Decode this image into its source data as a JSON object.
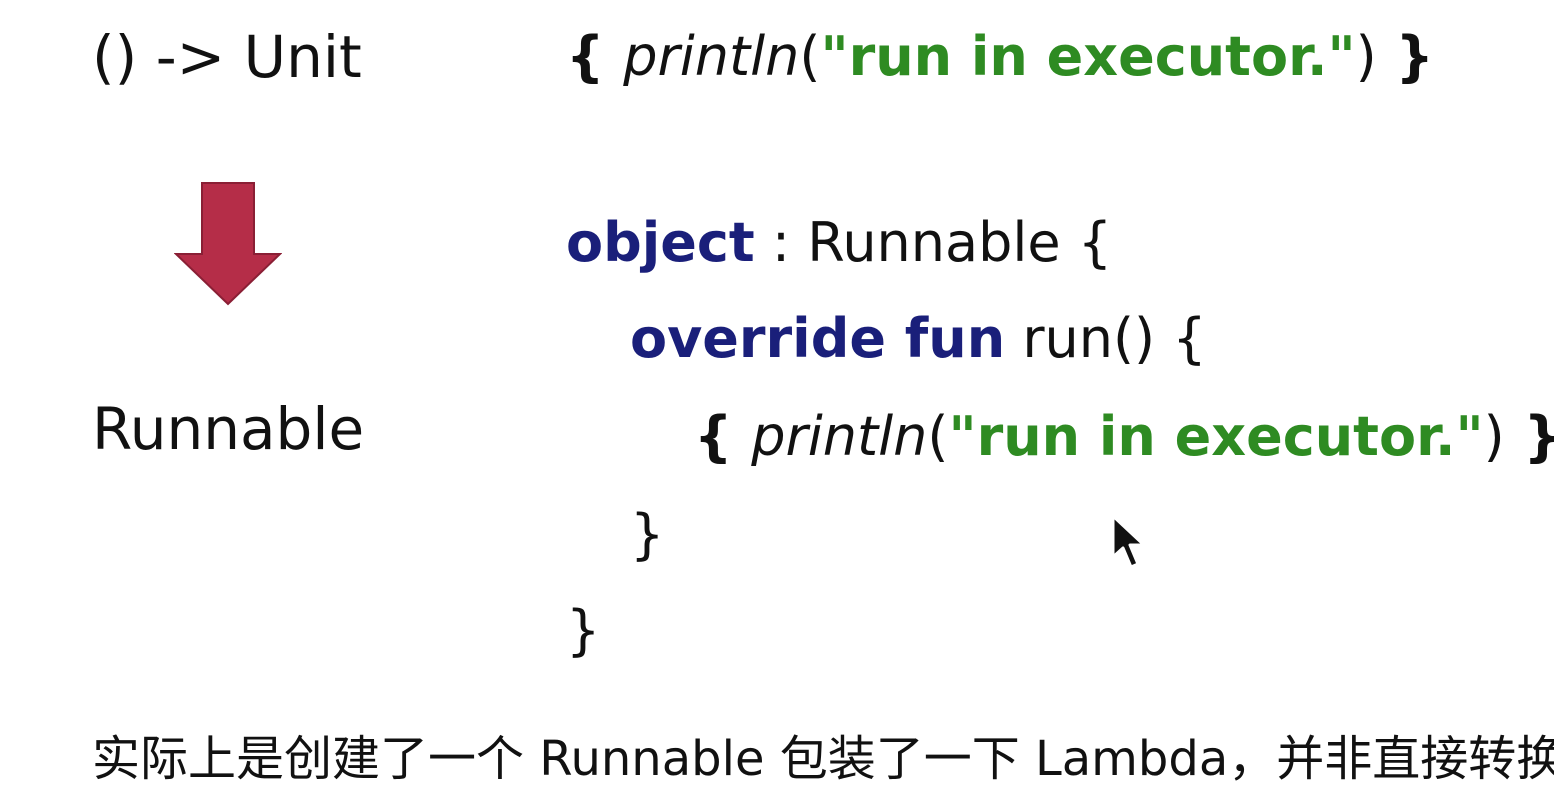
{
  "left": {
    "type_signature": "() -> Unit",
    "result_type": "Runnable",
    "arrow_color": "#b52d48",
    "arrow_icon": "down-arrow-icon"
  },
  "code": {
    "lambda_line": {
      "open_brace": "{ ",
      "fn": "println",
      "open_paren": "(",
      "string": "\"run in executor.\"",
      "close_paren": ")",
      "close_brace": " }"
    },
    "object_line": {
      "keyword": "object",
      "rest": " : Runnable {"
    },
    "override_line": {
      "keyword": "override fun",
      "rest": " run() {"
    },
    "inner_line": {
      "open_brace": "{ ",
      "fn": "println",
      "open_paren": "(",
      "string": "\"run in executor.\"",
      "close_paren": ")",
      "close_brace": " }()"
    },
    "close_inner": "}",
    "close_outer": "}"
  },
  "caption": "实际上是创建了一个 Runnable 包装了一下 Lambda，并非直接转换",
  "colors": {
    "keyword": "#1a1f7a",
    "string": "#2e8b22",
    "text": "#111111"
  },
  "cursor_icon": "mouse-pointer-icon"
}
